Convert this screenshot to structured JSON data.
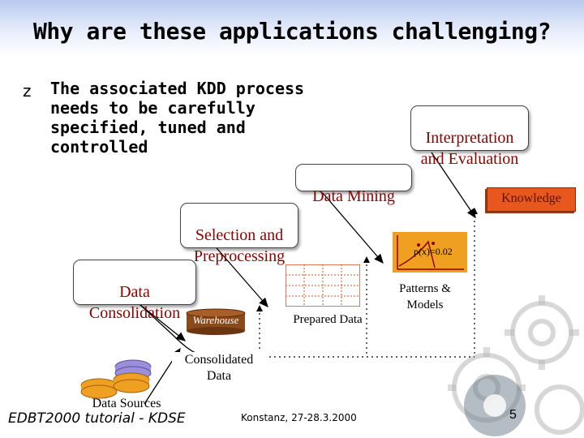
{
  "slide": {
    "title": "Why are these applications challenging?",
    "bullet_marker": "z",
    "bullet_text": "The associated KDD process\nneeds to be carefully\nspecified, tuned and\ncontrolled"
  },
  "diagram": {
    "steps": {
      "data_consolidation": "Data\nConsolidation",
      "selection_preprocessing": "Selection and\nPreprocessing",
      "data_mining": "Data Mining",
      "interpretation_evaluation": "Interpretation\nand Evaluation",
      "knowledge": "Knowledge"
    },
    "artifacts": {
      "data_sources": "Data Sources",
      "consolidated_data": "Consolidated\nData",
      "warehouse": "Warehouse",
      "prepared_data": "Prepared Data",
      "patterns_models": "Patterns &\nModels",
      "plot_formula": "p(x)=0.02"
    },
    "colors": {
      "disk_orange": "#f0a020",
      "disk_purple": "#9a8fd8",
      "warehouse": "#8b4a1a",
      "knowledge": "#e8581e",
      "stair_text": "#8b0000",
      "arrow": "#000000"
    }
  },
  "footer": {
    "left": "EDBT2000 tutorial - KDSE",
    "center": "Konstanz, 27-28.3.2000",
    "page": "5"
  }
}
